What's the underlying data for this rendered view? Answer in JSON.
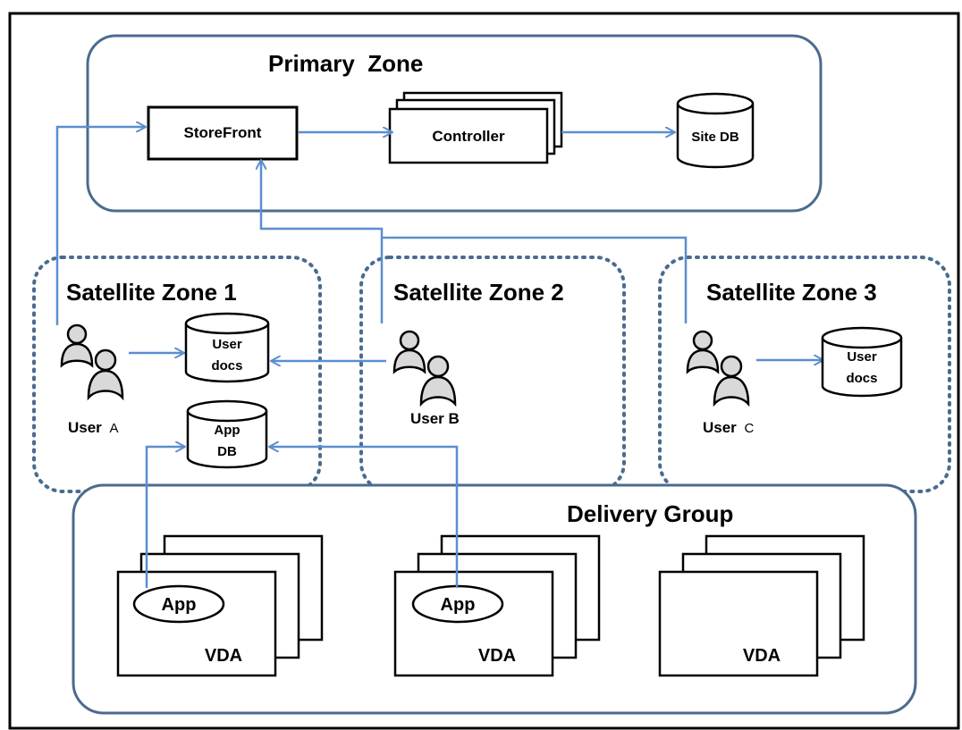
{
  "colors": {
    "zone_border": "#4a6b8f",
    "arrow": "#5b8ed0",
    "frame": "#000000",
    "person_fill": "#d9d9d9",
    "person_stroke": "#000000"
  },
  "zones": {
    "primary": "Primary  Zone",
    "satellite1": "Satellite Zone 1",
    "satellite2": "Satellite Zone 2",
    "satellite3": "Satellite Zone 3",
    "delivery": "Delivery Group"
  },
  "primary": {
    "storefront": "StoreFront",
    "controller": "Controller",
    "site_db": "Site DB"
  },
  "satellite1": {
    "user_docs_line1": "User",
    "user_docs_line2": "docs",
    "app_db_line1": "App",
    "app_db_line2": "DB",
    "user_prefix": "User",
    "user_suffix": "A"
  },
  "satellite2": {
    "user_label": "User B"
  },
  "satellite3": {
    "user_docs_line1": "User",
    "user_docs_line2": "docs",
    "user_prefix": "User",
    "user_suffix": "C"
  },
  "delivery": {
    "vda_label": "VDA",
    "app_label": "App"
  },
  "icons": {
    "users": "users-icon",
    "database": "database-icon"
  }
}
